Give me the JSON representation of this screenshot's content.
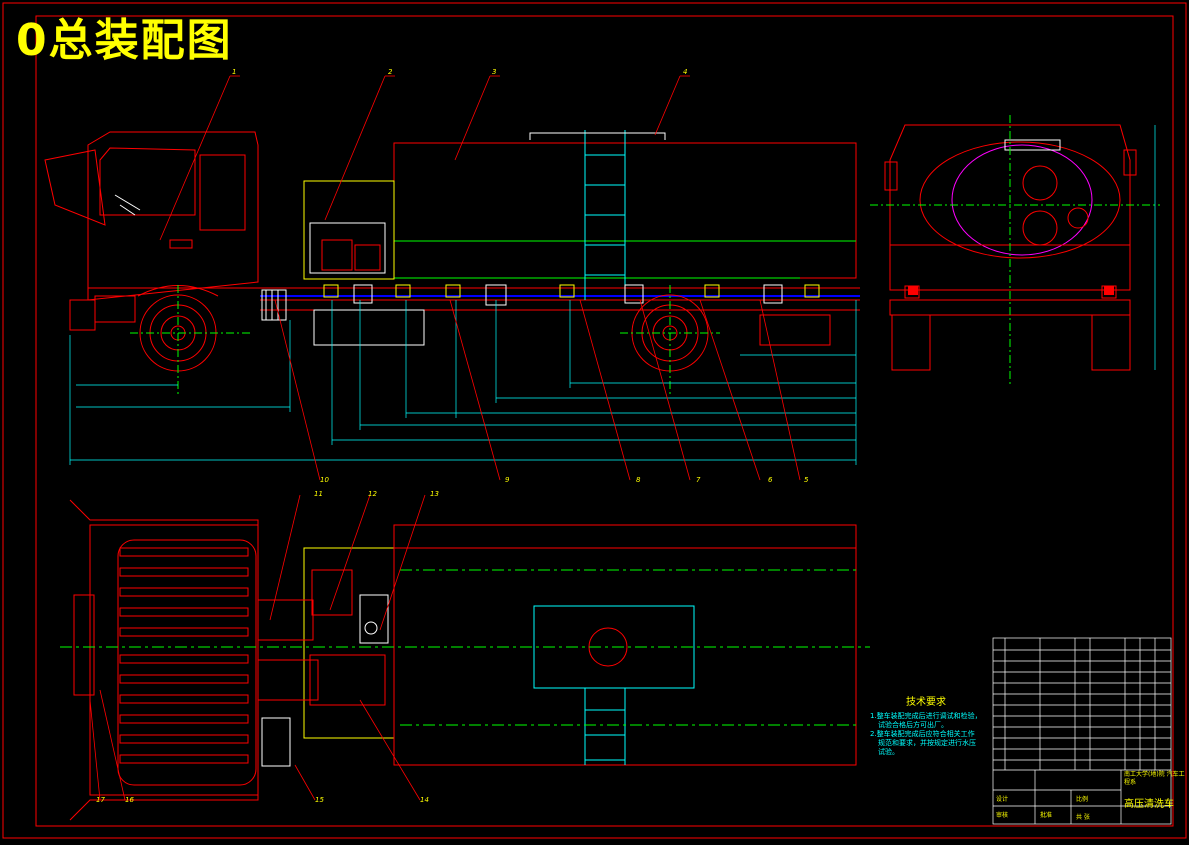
{
  "drawing": {
    "title": "0总装配图",
    "product_title": "高压清洗车",
    "school": "南工大学(地)院 汽车工程系"
  },
  "tech_requirements": {
    "title": "技术要求",
    "lines": [
      "1.整车装配完成后进行调试和检验，",
      "试验合格后方可出厂。",
      "2.整车装配完成后应符合相关工作",
      "规范和要求，并按规定进行水压",
      "试验。"
    ]
  },
  "part_labels": [
    "1",
    "2",
    "3",
    "4",
    "5",
    "6",
    "7",
    "8",
    "9",
    "10",
    "11",
    "12",
    "13",
    "14",
    "15",
    "16",
    "17"
  ],
  "title_block": {
    "scale_label": "比例",
    "sheet_label": "共  张",
    "drawn_label": "设计",
    "check_label": "审核",
    "approve_label": "批准"
  },
  "colors": {
    "frame": "#ff0000",
    "outline": "#ff0000",
    "aux": "#00ffff",
    "center": "#00ff00",
    "text": "#ffff00",
    "marker": "#ff00ff",
    "leader": "#ff0000"
  }
}
